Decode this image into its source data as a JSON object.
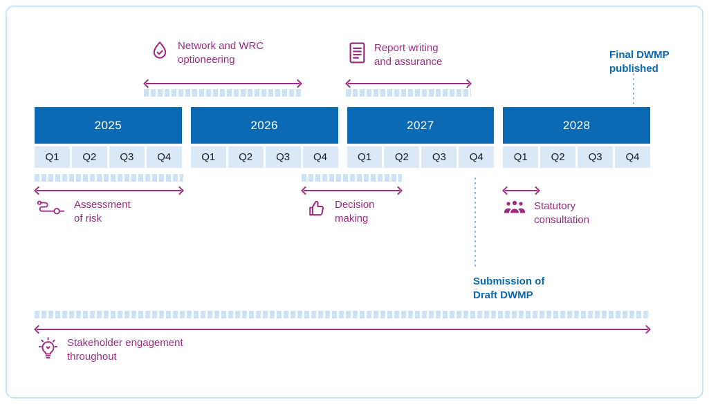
{
  "title": "DWMP programme timeline 2025-2028",
  "colors": {
    "year_bar_blue": "#0b6ab3",
    "quarter_light_blue": "#dbe8f6",
    "magenta": "#9c2c80",
    "blue_text": "#0a69b0",
    "dotted_bar_blue": "#cfe2f4",
    "frame_border": "#c4e3f2"
  },
  "years": [
    {
      "label": "2025",
      "quarters": [
        "Q1",
        "Q2",
        "Q3",
        "Q4"
      ]
    },
    {
      "label": "2026",
      "quarters": [
        "Q1",
        "Q2",
        "Q3",
        "Q4"
      ]
    },
    {
      "label": "2027",
      "quarters": [
        "Q1",
        "Q2",
        "Q3",
        "Q4"
      ]
    },
    {
      "label": "2028",
      "quarters": [
        "Q1",
        "Q2",
        "Q3",
        "Q4"
      ]
    }
  ],
  "annotations": {
    "network_optioneering": {
      "line1": "Network and WRC",
      "line2": "optioneering",
      "icon": "droplet-check-icon"
    },
    "report_writing": {
      "line1": "Report writing",
      "line2": "and assurance",
      "icon": "report-document-icon"
    },
    "final_dwmp": {
      "line1": "Final DWMP",
      "line2": "published"
    },
    "assessment_of_risk": {
      "line1": "Assessment",
      "line2": "of risk",
      "icon": "risk-path-icon"
    },
    "decision_making": {
      "line1": "Decision",
      "line2": "making",
      "icon": "thumbs-up-icon"
    },
    "submission_draft": {
      "line1": "Submission of",
      "line2": "Draft DWMP"
    },
    "statutory_consultation": {
      "line1": "Statutory",
      "line2": "consultation",
      "icon": "people-group-icon"
    },
    "stakeholder_engagement": {
      "line1": "Stakeholder engagement",
      "line2": "throughout",
      "icon": "lightbulb-icon"
    }
  }
}
